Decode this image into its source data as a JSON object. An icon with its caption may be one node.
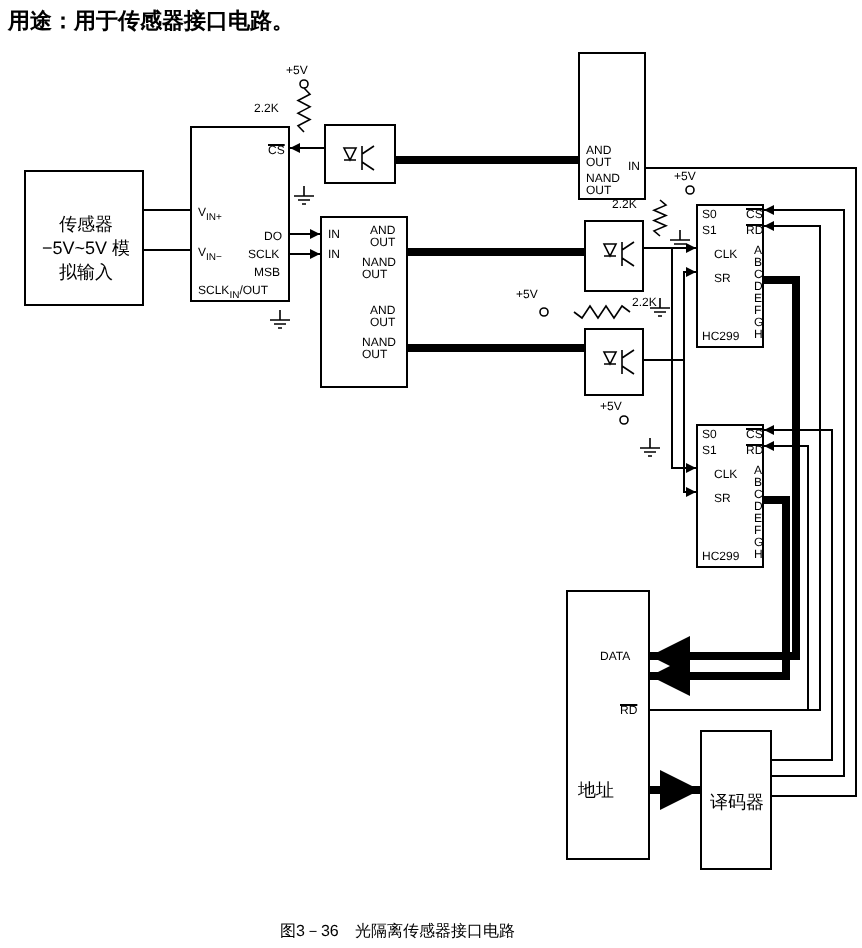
{
  "diagram": {
    "title": "用途：用于传感器接口电路。",
    "caption": "图3－36　光隔离传感器接口电路",
    "nodes": [
      {
        "text": [
          "传感器 −5V~5V 模拟输入"
        ]
      },
      {
        "text": [
          "CS",
          "V$_{IN+}$",
          "V$_{IN−}$",
          "DO",
          "SCLK",
          "MSB",
          "SCLK$_{IN}$/OUT"
        ]
      },
      {
        "text": [],
        "shape": "box"
      },
      {
        "text": [
          "IN",
          "IN",
          "AND OUT",
          "NAND OUT",
          "AND OUT",
          "NAND OUT"
        ]
      },
      {
        "text": [
          "AND OUT",
          "NAND OUT",
          "IN"
        ]
      },
      {
        "text": [],
        "shape": "box"
      },
      {
        "text": [],
        "shape": "box"
      },
      {
        "text": [
          "S0",
          "S1",
          "CLK",
          "SR",
          "CS",
          "RD",
          "A",
          "B",
          "C",
          "D",
          "E",
          "F",
          "G",
          "H",
          "HC299"
        ]
      },
      {
        "text": [
          "S0",
          "S1",
          "CLK",
          "SR",
          "CS",
          "RD",
          "A",
          "B",
          "C",
          "D",
          "E",
          "F",
          "G",
          "H",
          "HC299"
        ]
      },
      {
        "text": [
          "DATA",
          "RD",
          "地址"
        ]
      },
      {
        "text": [
          "译码器"
        ]
      }
    ],
    "edges": [
      {
        "from": 0,
        "to": 1,
        "arrow": "none"
      },
      {
        "from": 0,
        "to": 1,
        "arrow": "none"
      },
      {
        "from": 2,
        "to": 1,
        "arrow": "to"
      },
      {
        "from": 1,
        "to": 3,
        "arrow": "to"
      },
      {
        "from": 1,
        "to": 3,
        "arrow": "to"
      },
      {
        "from": 4,
        "to": 2,
        "arrow": "none",
        "style": "thick"
      },
      {
        "from": 3,
        "to": 5,
        "arrow": "none",
        "style": "thick"
      },
      {
        "from": 3,
        "to": 6,
        "arrow": "none",
        "style": "thick"
      },
      {
        "from": 5,
        "to": 7,
        "arrow": "to"
      },
      {
        "from": 5,
        "to": 8,
        "arrow": "to"
      },
      {
        "from": 6,
        "to": 7,
        "arrow": "to"
      },
      {
        "from": 6,
        "to": 8,
        "arrow": "to"
      },
      {
        "from": 7,
        "to": 9,
        "arrow": "to",
        "style": "thick"
      },
      {
        "from": 8,
        "to": 9,
        "arrow": "to",
        "style": "thick"
      },
      {
        "from": 10,
        "to": 7,
        "arrow": "to"
      },
      {
        "from": 10,
        "to": 8,
        "arrow": "to"
      },
      {
        "from": 9,
        "to": 7,
        "arrow": "to"
      },
      {
        "from": 9,
        "to": 8,
        "arrow": "to"
      },
      {
        "from": 9,
        "to": 10,
        "arrow": "to",
        "style": "thick"
      },
      {
        "from": 10,
        "to": 4,
        "arrow": "none"
      }
    ],
    "labels": [
      "+5V",
      "2.2K",
      "+5V",
      "2.2K",
      "+5V",
      "2.2K",
      "+5V"
    ]
  }
}
